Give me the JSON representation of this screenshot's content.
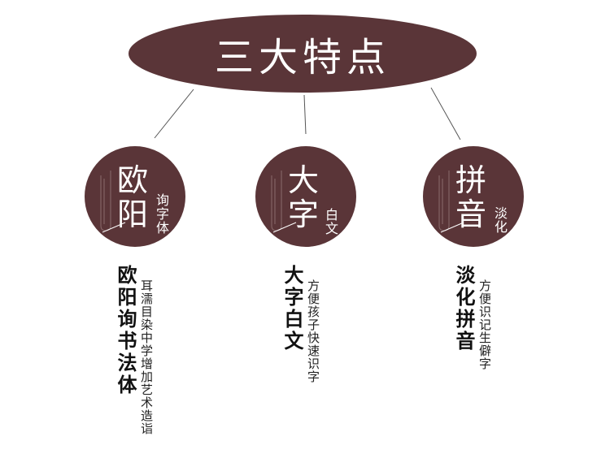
{
  "title": "三大特点",
  "features": [
    {
      "circle_main_1": "欧",
      "circle_main_2": "阳",
      "circle_sub": "询字体",
      "heading": "欧阳询书法体",
      "description": "耳濡目染中学增加艺术造诣"
    },
    {
      "circle_main_1": "大",
      "circle_main_2": "字",
      "circle_sub": "白文",
      "heading": "大字白文",
      "description": "方便孩子快速识字"
    },
    {
      "circle_main_1": "拼",
      "circle_main_2": "音",
      "circle_sub": "淡化",
      "heading": "淡化拼音",
      "description": "方便识记生僻字"
    }
  ],
  "colors": {
    "accent": "#5a3538",
    "text": "#111111"
  }
}
